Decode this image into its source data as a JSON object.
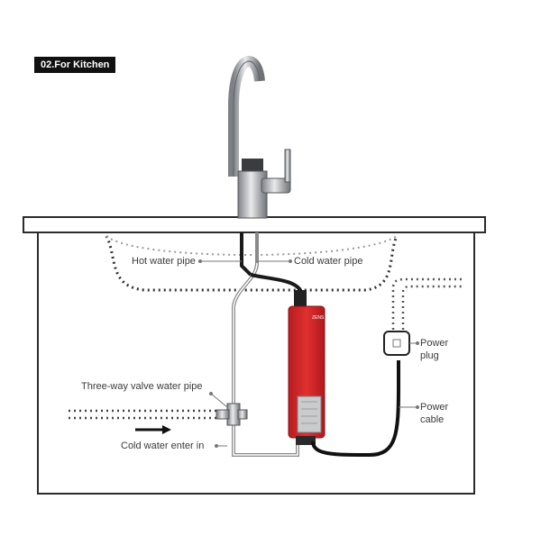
{
  "badge": "02.For Kitchen",
  "labels": {
    "hot_water_pipe": "Hot water pipe",
    "cold_water_pipe": "Cold water pipe",
    "power_plug": "Power\nplug",
    "three_way_valve": "Three-way valve water pipe",
    "power_cable": "Power\ncable",
    "cold_water_enter": "Cold water enter in"
  },
  "heater_brand": "ZENS",
  "colors": {
    "heater_red": "#d8262b",
    "pipe_black": "#1a1a1a",
    "pipe_grey": "#8a8a8a",
    "chrome": "#b9bcc0"
  }
}
